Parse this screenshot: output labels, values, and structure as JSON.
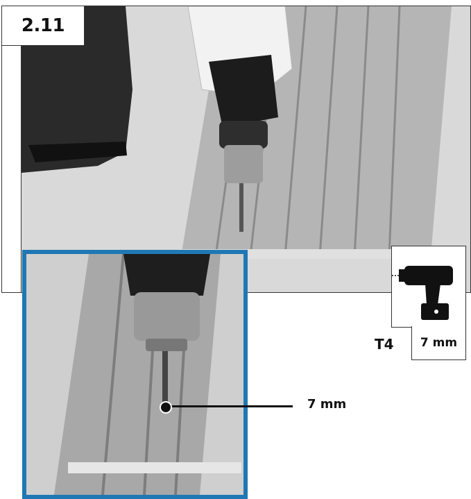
{
  "step": {
    "number": "2.11"
  },
  "callout": {
    "label": "7 mm"
  },
  "tool": {
    "code": "T4",
    "size": "7 mm",
    "icon": "cordless-drill-icon"
  },
  "colors": {
    "inset_border": "#1f78b4",
    "frame": "#333333"
  }
}
